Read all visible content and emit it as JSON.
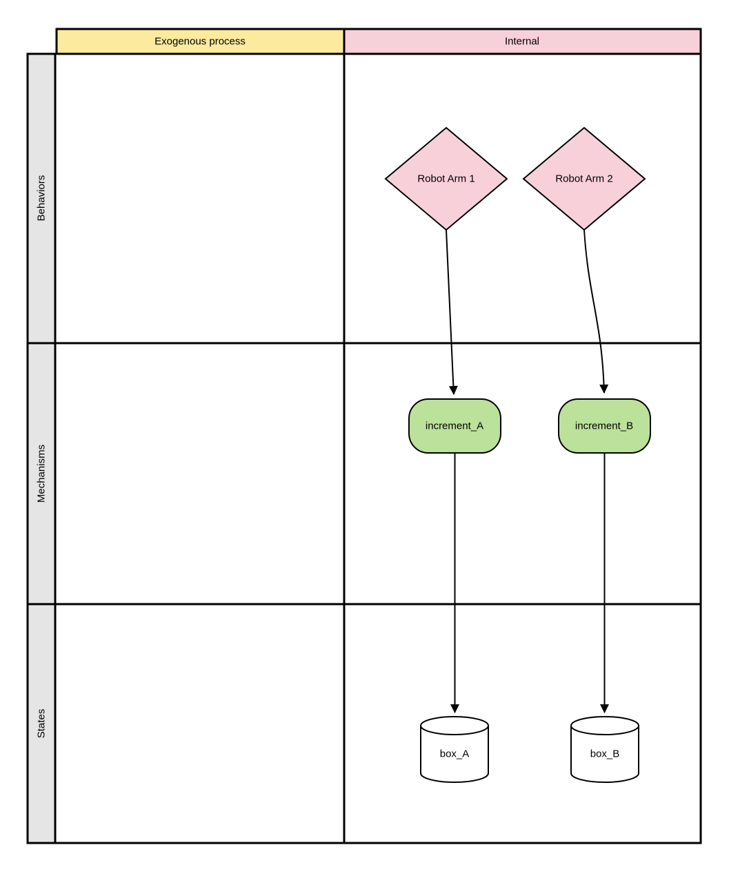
{
  "diagram": {
    "type": "swimlane-grid-flowchart",
    "column_headers": [
      {
        "label": "Exogenous process"
      },
      {
        "label": "Internal"
      }
    ],
    "row_headers": [
      {
        "label": "Behaviors"
      },
      {
        "label": "Mechanisms"
      },
      {
        "label": "States"
      }
    ],
    "nodes": [
      {
        "id": "robot_arm_1",
        "label": "Robot Arm 1",
        "shape": "diamond",
        "row": "Behaviors",
        "column": "Internal"
      },
      {
        "id": "robot_arm_2",
        "label": "Robot Arm 2",
        "shape": "diamond",
        "row": "Behaviors",
        "column": "Internal"
      },
      {
        "id": "increment_A",
        "label": "increment_A",
        "shape": "rounded-rectangle",
        "row": "Mechanisms",
        "column": "Internal"
      },
      {
        "id": "increment_B",
        "label": "increment_B",
        "shape": "rounded-rectangle",
        "row": "Mechanisms",
        "column": "Internal"
      },
      {
        "id": "box_A",
        "label": "box_A",
        "shape": "cylinder",
        "row": "States",
        "column": "Internal"
      },
      {
        "id": "box_B",
        "label": "box_B",
        "shape": "cylinder",
        "row": "States",
        "column": "Internal"
      }
    ],
    "edges": [
      {
        "from": "Robot Arm 1",
        "to": "increment_A",
        "style": "curved-arrow"
      },
      {
        "from": "Robot Arm 2",
        "to": "increment_B",
        "style": "curved-arrow"
      },
      {
        "from": "increment_A",
        "to": "box_A",
        "style": "straight-arrow"
      },
      {
        "from": "increment_B",
        "to": "box_B",
        "style": "straight-arrow"
      }
    ]
  },
  "colors": {
    "header_yellow": "#fcea9f",
    "header_pink": "#f7d0da",
    "diamond_pink": "#f7d0da",
    "node_green": "#bce19a",
    "row_label_gray": "#e5e5e5",
    "cell_white": "#ffffff",
    "line_black": "#000000"
  }
}
